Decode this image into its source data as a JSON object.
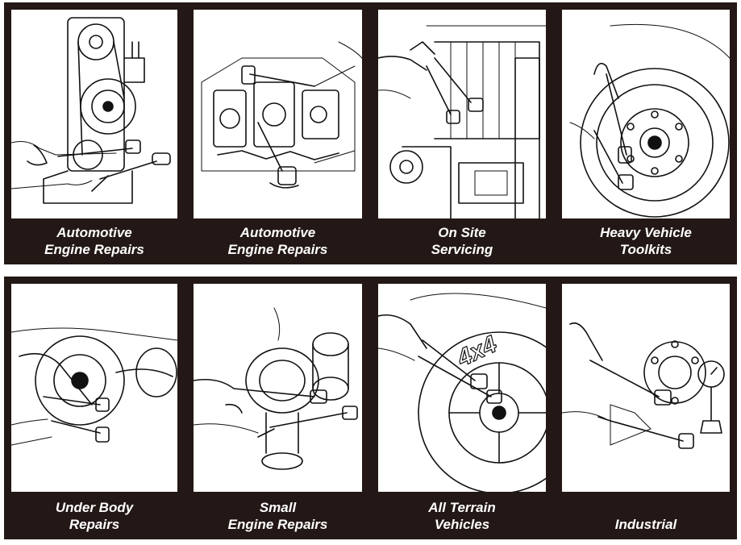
{
  "tiles": [
    {
      "line1": "Automotive",
      "line2": "Engine Repairs",
      "icon": "engine-timing-belt-illustration"
    },
    {
      "line1": "Automotive",
      "line2": "Engine Repairs",
      "icon": "engine-bay-illustration"
    },
    {
      "line1": "On Site",
      "line2": "Servicing",
      "icon": "machinery-frame-illustration"
    },
    {
      "line1": "Heavy Vehicle",
      "line2": "Toolkits",
      "icon": "truck-wheel-illustration"
    },
    {
      "line1": "Under Body",
      "line2": "Repairs",
      "icon": "underbody-suspension-illustration"
    },
    {
      "line1": "Small",
      "line2": "Engine Repairs",
      "icon": "small-engine-illustration"
    },
    {
      "line1": "All Terrain",
      "line2": "Vehicles",
      "icon": "atv-wheel-illustration"
    },
    {
      "line1": "Industrial",
      "line2": "",
      "icon": "industrial-gauge-illustration"
    }
  ],
  "colors": {
    "panel": "#231815",
    "caption_text": "#ffffff",
    "illustration_bg": "#ffffff"
  }
}
